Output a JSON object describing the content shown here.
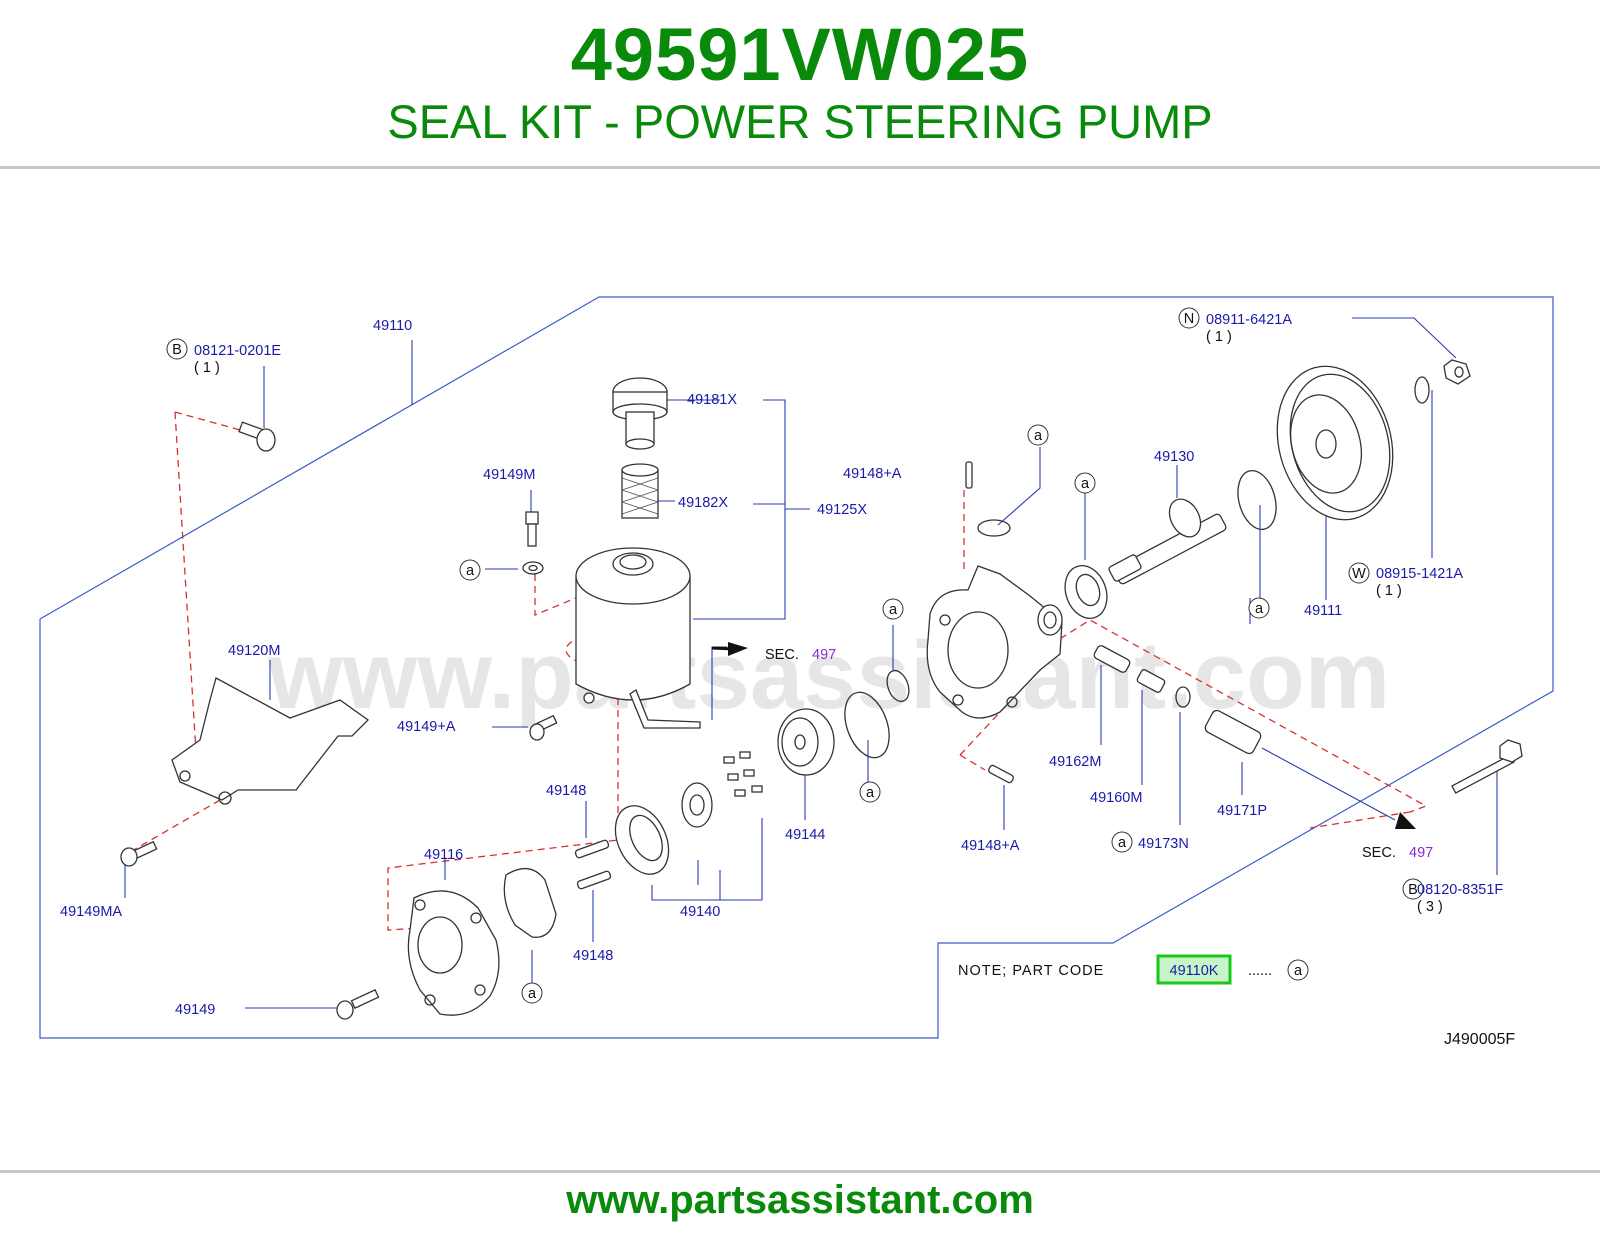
{
  "header": {
    "part_number": "49591VW025",
    "part_name": "SEAL KIT - POWER STEERING PUMP"
  },
  "footer": {
    "url": "www.partsassistant.com"
  },
  "diagram": {
    "watermark": "www.partsassistant.com",
    "drawing_code": "J490005F",
    "labels": {
      "l49110": "49110",
      "l08121": "08121-0201E",
      "l08121_qty": "( 1 )",
      "l49181X": "49181X",
      "l49182X": "49182X",
      "l49125X": "49125X",
      "l49149M": "49149M",
      "l49148A_top": "49148+A",
      "l49130": "49130",
      "l08911": "08911-6421A",
      "l08911_qty": "( 1 )",
      "l08915": "08915-1421A",
      "l08915_qty": "( 1 )",
      "l49111": "49111",
      "l49120M": "49120M",
      "l49149A": "49149+A",
      "l49148_a": "49148",
      "l49148_b": "49148",
      "l49144": "49144",
      "l49140": "49140",
      "l49116": "49116",
      "l49149MA": "49149MA",
      "l49149": "49149",
      "l49162M": "49162M",
      "l49160M": "49160M",
      "l49148A_bot": "49148+A",
      "l49173N": "49173N",
      "l49171P": "49171P",
      "l08120": "08120-8351F",
      "l08120_qty": "( 3 )",
      "sec1": "SEC.",
      "sec1_num": "497",
      "sec2": "SEC.",
      "sec2_num": "497"
    },
    "callouts": {
      "B": "B",
      "N": "N",
      "W": "W",
      "a": "a"
    },
    "note": {
      "text": "NOTE;  PART  CODE",
      "code": "49110K",
      "dots": "......",
      "mark": "a"
    }
  },
  "colors": {
    "brand_green": "#0a8a0a",
    "label_blue": "#1a1aa8",
    "section_purple": "#8a2bd6",
    "dashed_red": "#d83030",
    "frame_blue": "#3a5cc8",
    "highlight_green": "#17c917"
  }
}
